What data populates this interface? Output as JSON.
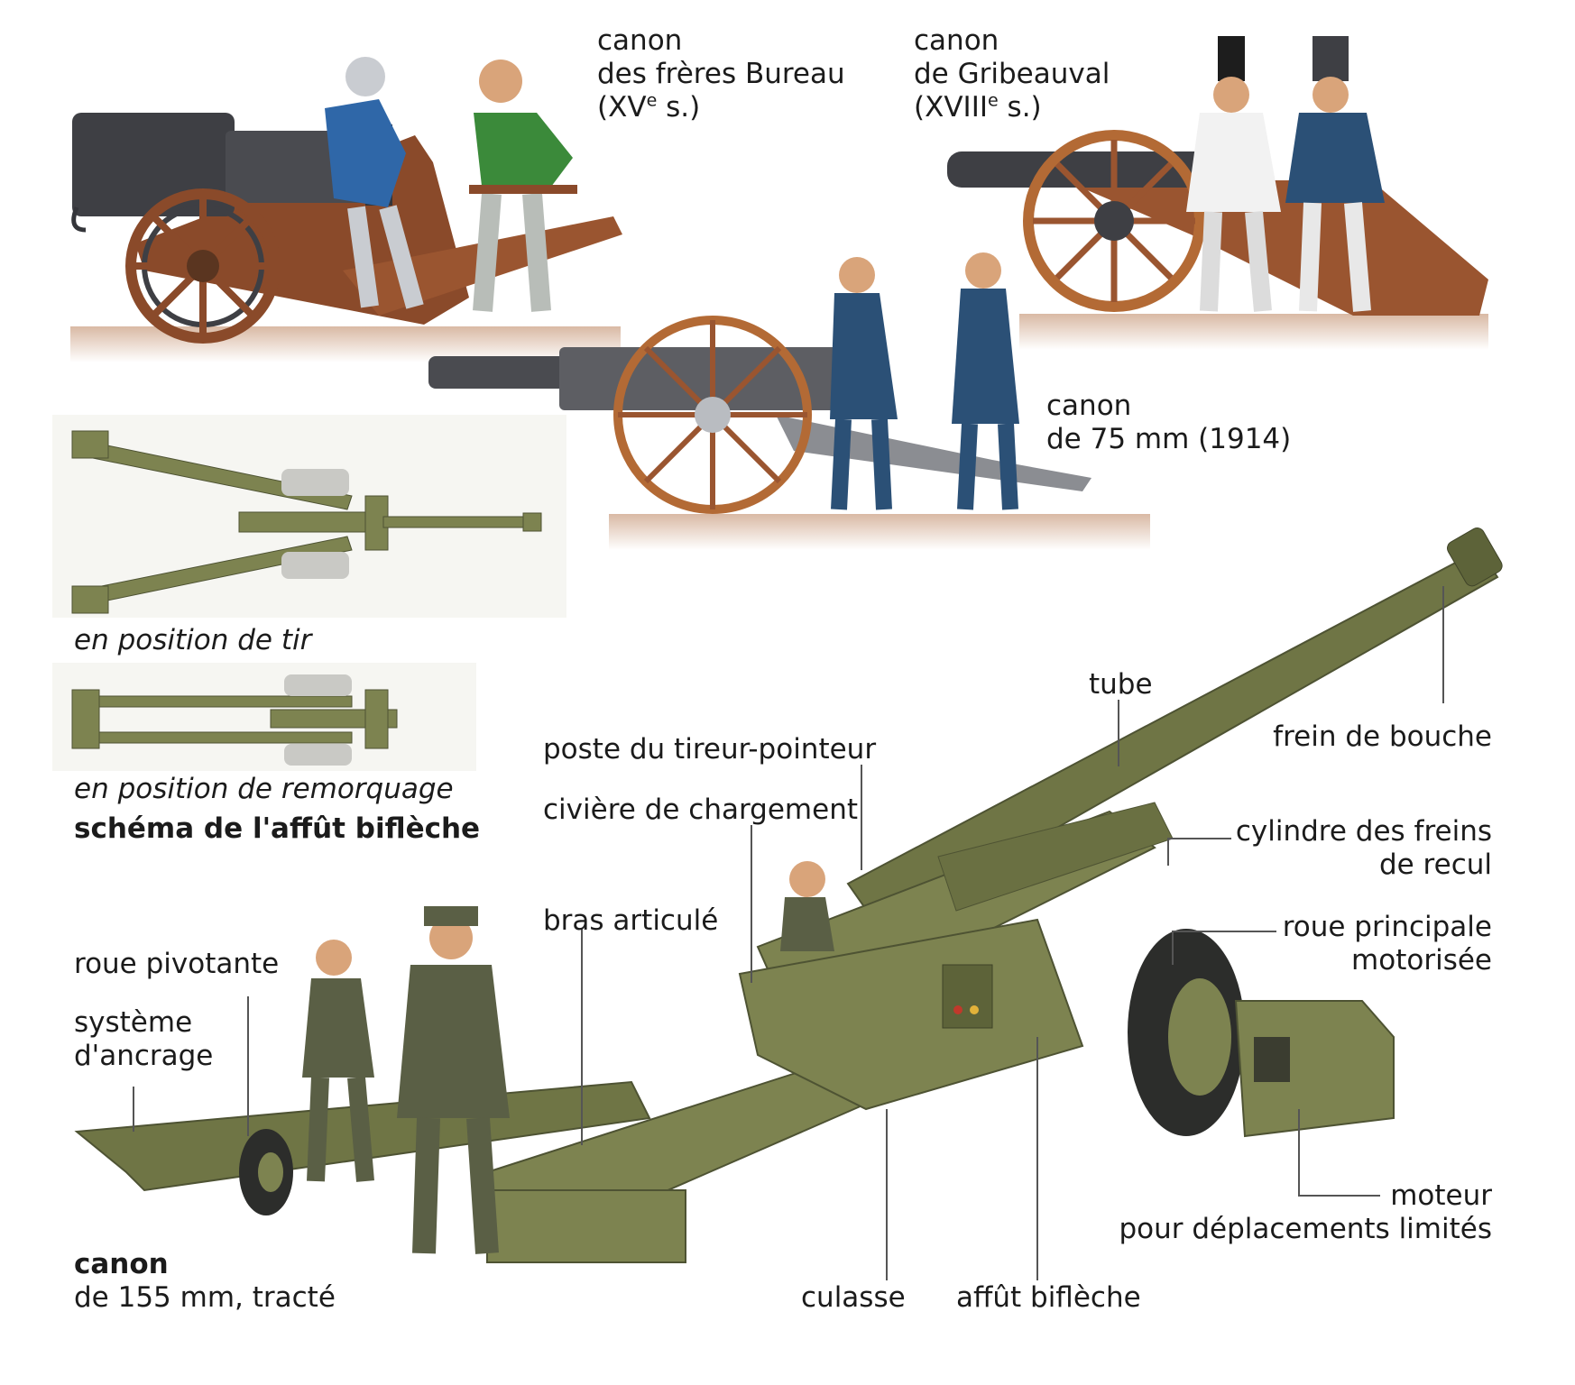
{
  "cannons": {
    "bureau": {
      "line1": "canon",
      "line2": "des frères Bureau",
      "century": "XV",
      "sup": "e",
      "suffix": " s."
    },
    "gribeauval": {
      "line1": "canon",
      "line2": "de Gribeauval",
      "century": "XVIII",
      "sup": "e",
      "suffix": " s."
    },
    "m75": {
      "line1": "canon",
      "line2": "de 75 mm (1914)"
    },
    "m155": {
      "line1": "canon",
      "line2": "de 155 mm, tracté"
    }
  },
  "schema": {
    "firing": "en position de tir",
    "towing": "en position de remorquage",
    "title": "schéma de l'affût biflèche"
  },
  "labels": {
    "tube": "tube",
    "muzzle_brake": "frein de bouche",
    "gunner_post": "poste du tireur-pointeur",
    "loading_tray": "civière de chargement",
    "recoil_cylinder_1": "cylindre des freins",
    "recoil_cylinder_2": "de recul",
    "articulated_arm": "bras articulé",
    "main_wheel_1": "roue principale",
    "main_wheel_2": "motorisée",
    "swivel_wheel": "roue pivotante",
    "anchor_1": "système",
    "anchor_2": "d'ancrage",
    "engine": "moteur",
    "engine_sub": "pour déplacements limités",
    "breech": "culasse",
    "split_trail": "affût biflèche"
  },
  "colors": {
    "olive": "#7d8350",
    "olive_dark": "#4e5333",
    "wood": "#8a4a2a",
    "iron": "#3e3f44",
    "blue_uniform": "#2b5076",
    "leader": "#555555"
  }
}
